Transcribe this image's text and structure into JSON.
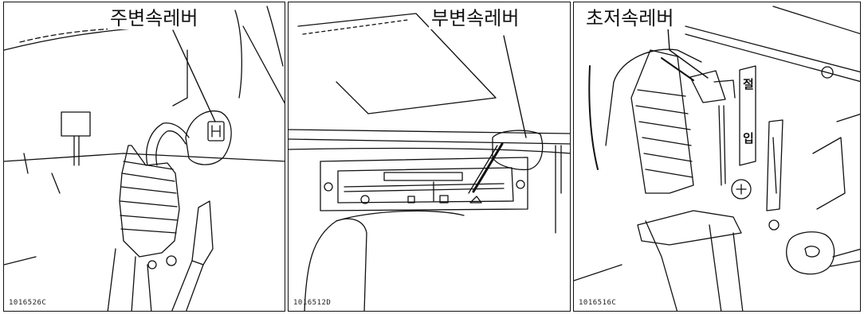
{
  "panels": [
    {
      "title": "주변속레버",
      "code": "1016526C"
    },
    {
      "title": "부변속레버",
      "code": "1016512D"
    },
    {
      "title": "초저속레버",
      "code": "1016516C",
      "plate_text": [
        "절",
        "입"
      ]
    }
  ],
  "colors": {
    "line": "#111111",
    "background": "#ffffff"
  }
}
